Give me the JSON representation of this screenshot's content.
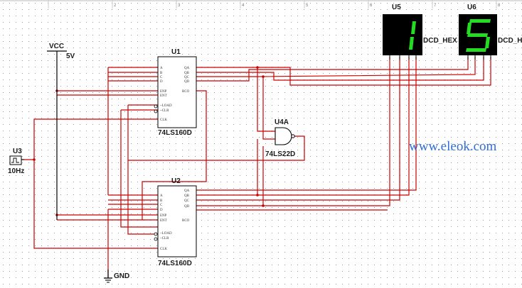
{
  "ruler": {
    "marks": [
      "2",
      "3",
      "4",
      "5",
      "6",
      "7",
      "8"
    ]
  },
  "power": {
    "vcc_label": "VCC",
    "vcc_value": "5V",
    "gnd_label": "GND"
  },
  "clock": {
    "ref": "U3",
    "freq": "10Hz"
  },
  "counters": [
    {
      "ref": "U1",
      "part": "74LS160D",
      "left_pins": [
        "A",
        "B",
        "C",
        "D",
        "ENP",
        "ENT",
        "~LOAD",
        "~CLR",
        "CLK"
      ],
      "right_pins": [
        "QA",
        "QB",
        "QC",
        "QD",
        "RCO"
      ]
    },
    {
      "ref": "U2",
      "part": "74LS160D",
      "left_pins": [
        "A",
        "B",
        "C",
        "D",
        "ENP",
        "ENT",
        "~LOAD",
        "~CLR",
        "CLK"
      ],
      "right_pins": [
        "QA",
        "QB",
        "QC",
        "QD",
        "RCO"
      ]
    }
  ],
  "gate": {
    "ref": "U4A",
    "part": "74LS22D"
  },
  "displays": [
    {
      "ref": "U5",
      "digit": "1",
      "part_label": "DCD_HEX"
    },
    {
      "ref": "U6",
      "digit": "5",
      "part_label": "DCD_HEX"
    }
  ],
  "watermark": {
    "text": "www.eleok.com",
    "color": "#2f6fd6"
  },
  "colors": {
    "wire": "#cc0000",
    "component": "#000000",
    "segment_on": "#22dd22",
    "display_bg": "#000000"
  }
}
